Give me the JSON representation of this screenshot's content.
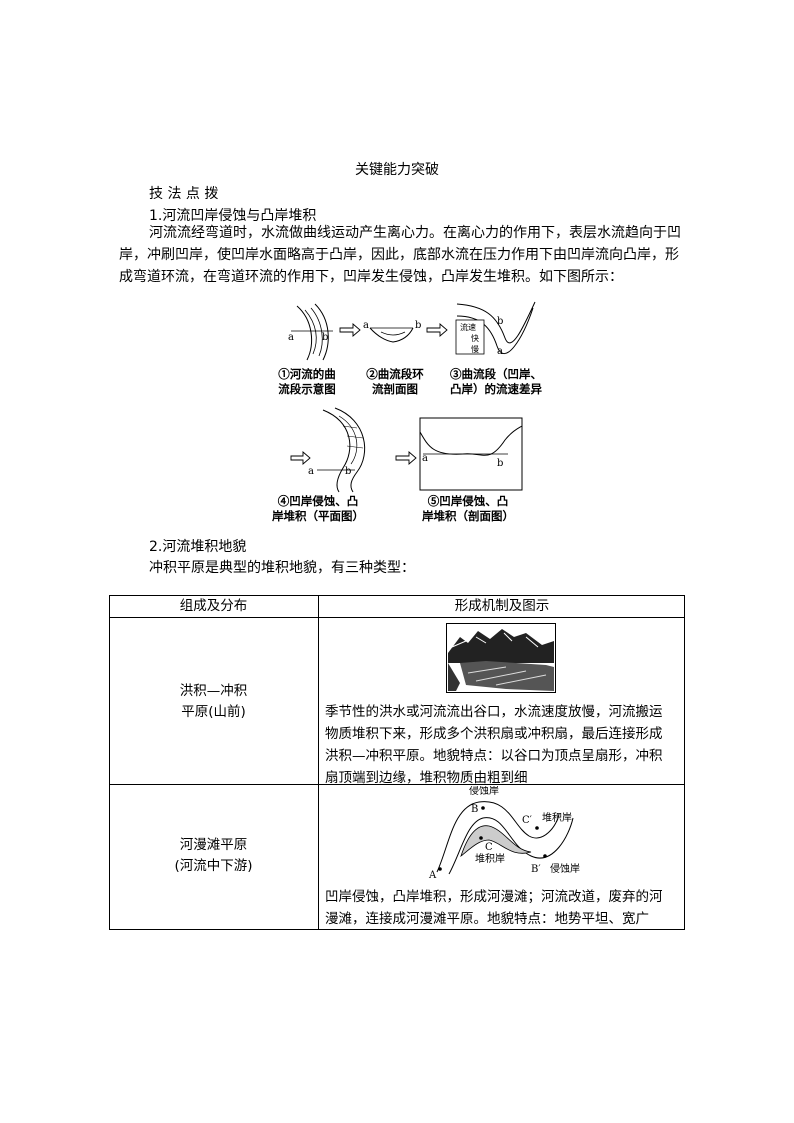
{
  "title": "关键能力突破",
  "section_heading": "技 法 点 拨",
  "item1_heading": "1.河流凹岸侵蚀与凸岸堆积",
  "para1": [
    "河流流经弯道时，水流做曲线运动产生离心力。在离心力的作用下，表层水流趋向于凹",
    "岸，冲刷凹岸，使凹岸水面略高于凸岸，因此，底部水流在压力作用下由凹岸流向凸岸，形",
    "成弯道环流，在弯道环流的作用下，凹岸发生侵蚀，凸岸发生堆积。如下图所示："
  ],
  "diagram_labels": {
    "a": "a",
    "b": "b",
    "legend_flow_speed": "流速",
    "legend_fast": "快",
    "legend_slow": "慢"
  },
  "captions": {
    "cap1": [
      "①河流的曲",
      "流段示意图"
    ],
    "cap2": [
      "②曲流段环",
      "流剖面图"
    ],
    "cap3": [
      "③曲流段（凹岸、",
      "凸岸）的流速差异"
    ],
    "cap4": [
      "④凹岸侵蚀、凸",
      "岸堆积（平面图）"
    ],
    "cap5": [
      "⑤凹岸侵蚀、凸",
      "岸堆积（剖面图）"
    ]
  },
  "item2_heading": "2.河流堆积地貌",
  "item2_intro": "冲积平原是典型的堆积地貌，有三种类型：",
  "table": {
    "headers": [
      "组成及分布",
      "形成机制及图示"
    ],
    "rows": [
      {
        "name": [
          "洪积—冲积",
          "平原(山前)"
        ],
        "desc": [
          "季节性的洪水或河流流出谷口，水流速度放慢，河流搬运",
          "物质堆积下来，形成多个洪积扇或冲积扇，最后连接形成",
          "洪积—冲积平原。地貌特点：以谷口为顶点呈扇形，冲积",
          "扇顶端到边缘，堆积物质由粗到细"
        ]
      },
      {
        "name": [
          "河漫滩平原",
          "(河流中下游)"
        ],
        "desc": [
          "凹岸侵蚀，凸岸堆积，形成河漫滩；河流改道，废弃的河",
          "漫滩，连接成河漫滩平原。地貌特点：地势平坦、宽广"
        ],
        "figure_labels": {
          "erosion_top": "侵蚀岸",
          "B": "B",
          "C_prime": "C′",
          "deposit_right": "堆积岸",
          "C": "C",
          "deposit_mid": "堆积岸",
          "A": "A",
          "B_prime": "B′",
          "erosion_bottom": "侵蚀岸"
        }
      }
    ]
  }
}
